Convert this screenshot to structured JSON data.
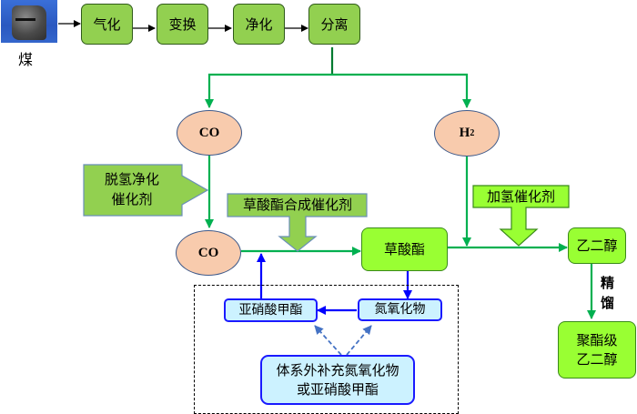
{
  "process_chain": {
    "coal_label": "煤",
    "steps": [
      "气化",
      "变换",
      "净化",
      "分离"
    ]
  },
  "intermediates": {
    "co_top": "CO",
    "h2_main": "H",
    "h2_sub": "2",
    "co_bottom": "CO"
  },
  "catalysts": {
    "dehydrogenation": "脱氢净化\n催化剂",
    "dehydrogenation_line1": "脱氢净化",
    "dehydrogenation_line2": "催化剂",
    "oxalate_synthesis": "草酸酯合成催化剂",
    "hydrogenation": "加氢催化剂"
  },
  "products": {
    "oxalate": "草酸酯",
    "ethylene_glycol": "乙二醇",
    "refining_line1": "精",
    "refining_line2": "馏",
    "polyester_grade_line1": "聚酯级",
    "polyester_grade_line2": "乙二醇"
  },
  "recycle_loop": {
    "methyl_nitrite": "亚硝酸甲酯",
    "nitrogen_oxides": "氮氧化物",
    "supplement_line1": "体系外补充氮氧化物",
    "supplement_line2": "或亚硝酸甲酯"
  },
  "colors": {
    "green_flow": "#00b050",
    "blue_flow": "#0000ff",
    "dashed_blue": "#4472c4",
    "top_box_fill": "#92d050",
    "bright_box_fill": "#99ff33",
    "ellipse_fill": "#f8cbad",
    "recycle_box_fill": "#ccf2ff"
  }
}
